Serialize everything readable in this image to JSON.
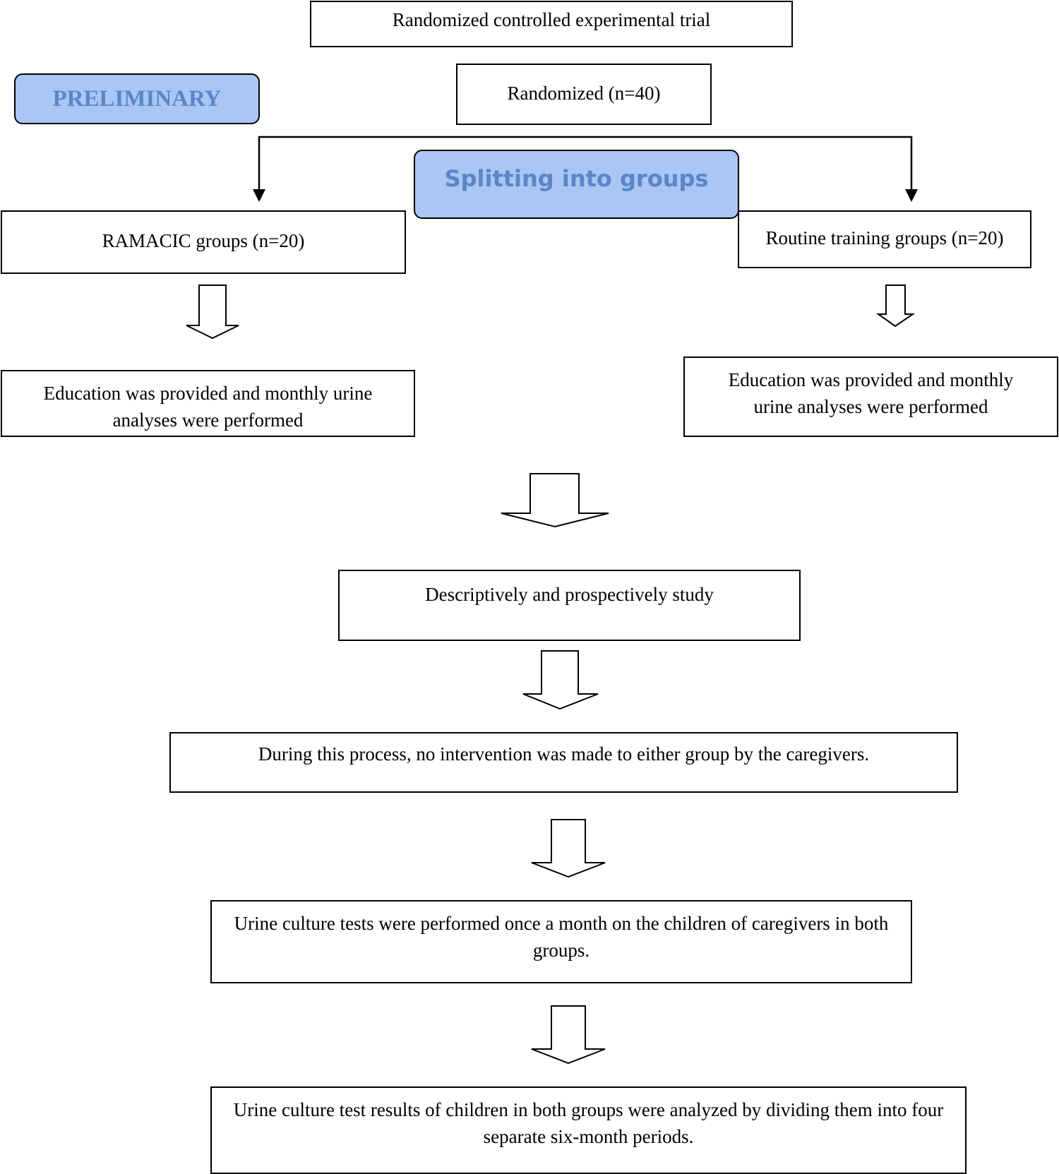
{
  "nodes": {
    "trial": "Randomized controlled experimental trial",
    "randomized": "Randomized (n=40)",
    "ramacic": "RAMACIC groups (n=20)",
    "routine": "Routine training groups (n=20)",
    "education_left": "Education was provided and monthly urine analyses were performed",
    "education_right": "Education was provided and monthly urine analyses were performed",
    "descriptive": "Descriptively and prospectively study",
    "no_intervention": "During this process, no intervention was made to either group by the caregivers.",
    "urine_tests": "Urine culture tests were performed once a month on the children of caregivers in both groups.",
    "results": "Urine culture test results of children in both groups were analyzed by dividing them into four separate six-month periods."
  },
  "labels": {
    "preliminary": "PRELIMINARY",
    "splitting": "Splitting into groups"
  },
  "colors": {
    "label_fill": "#a9c6f4",
    "label_text": "#5b86c7",
    "border": "#000000"
  }
}
